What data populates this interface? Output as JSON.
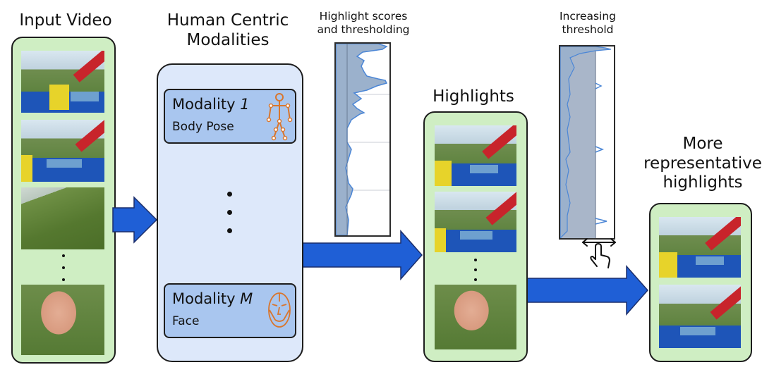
{
  "labels": {
    "input_video": "Input Video",
    "modalities_title_line1": "Human Centric",
    "modalities_title_line2": "Modalities",
    "scores_title_line1": "Highlight scores",
    "scores_title_line2": "and thresholding",
    "threshold_title_line1": "Increasing",
    "threshold_title_line2": "threshold",
    "highlights": "Highlights",
    "more_line1": "More",
    "more_line2": "representative",
    "more_line3": "highlights"
  },
  "modality_1": {
    "prefix": "Modality ",
    "index": "1",
    "name": "Body Pose"
  },
  "modality_m": {
    "prefix": "Modality ",
    "index": "M",
    "name": "Face"
  },
  "colors": {
    "column_fill": "#cfeec3",
    "panel_fill": "#dde8fa",
    "modality_fill": "#a9c6ef",
    "arrow_blue": "#1f5fd6",
    "icon_orange": "#d8762e",
    "score_fill": "#9bb1cc",
    "score_line": "#4b86d6"
  },
  "icons": {
    "pose": "skeleton-pose-icon",
    "face": "face-mesh-icon",
    "slider": "slider-hand-icon"
  }
}
